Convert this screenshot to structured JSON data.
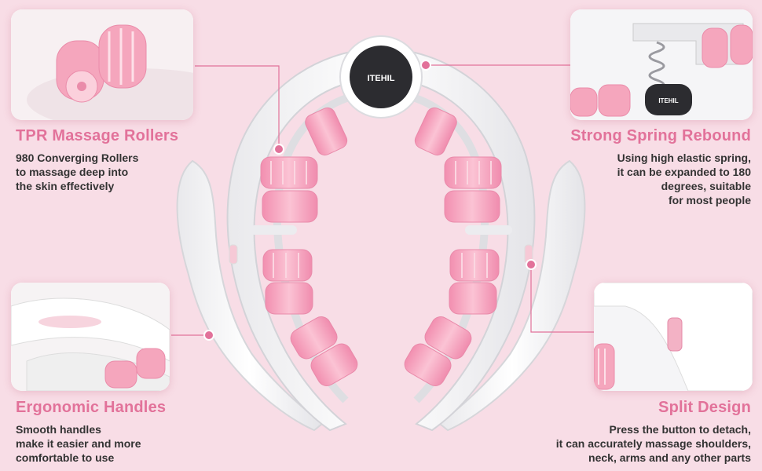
{
  "brand": "ITEHIL",
  "features": {
    "tpr": {
      "title": "TPR Massage Rollers",
      "lines": [
        "980 Converging Rollers",
        "to massage deep into",
        "the skin effectively"
      ]
    },
    "spring": {
      "title": "Strong Spring Rebound",
      "lines": [
        "Using high elastic spring,",
        "it can be expanded to 180",
        "degrees, suitable",
        "for most people"
      ]
    },
    "handles": {
      "title": "Ergonomic Handles",
      "lines": [
        "Smooth handles",
        "make it easier and more",
        "comfortable to use"
      ]
    },
    "split": {
      "title": "Split Design",
      "lines": [
        "Press the button to detach,",
        "it can accurately massage shoulders,",
        "neck, arms and any other parts"
      ]
    }
  },
  "colors": {
    "background": "#f8dde6",
    "accent": "#e2729a",
    "roller": "#f4a9c0",
    "body": "#ffffff"
  }
}
